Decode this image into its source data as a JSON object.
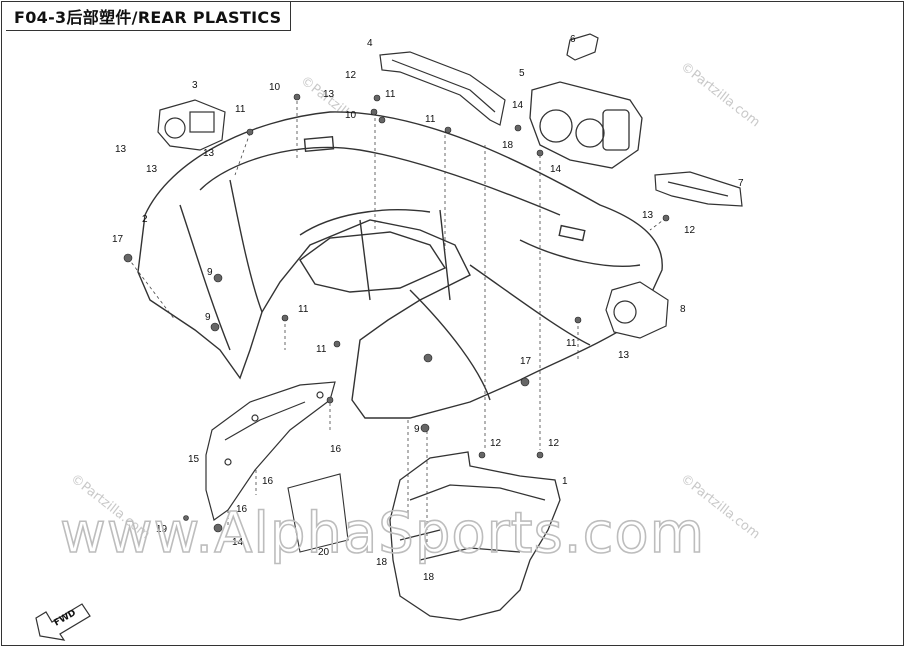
{
  "title": "F04-3后部塑件/REAR PLASTICS",
  "watermarks": {
    "partzilla": "©Partzilla.com",
    "main": "www.AlphaSports.com"
  },
  "fwd_label": "FWD",
  "callouts": {
    "c1": "1",
    "c2": "2",
    "c3": "3",
    "c4": "4",
    "c5": "5",
    "c6": "6",
    "c7": "7",
    "c8": "8",
    "c9a": "9",
    "c9b": "9",
    "c9c": "9",
    "c10a": "10",
    "c10b": "10",
    "c11a": "11",
    "c11b": "11",
    "c11c": "11",
    "c11d": "11",
    "c11e": "11",
    "c11f": "11",
    "c12a": "12",
    "c12b": "12",
    "c12c": "12",
    "c12d": "12",
    "c13a": "13",
    "c13b": "13",
    "c13c": "13",
    "c13d": "13",
    "c13e": "13",
    "c13f": "13",
    "c14a": "14",
    "c14b": "14",
    "c14c": "14",
    "c15": "15",
    "c16a": "16",
    "c16b": "16",
    "c16c": "16",
    "c17a": "17",
    "c17b": "17",
    "c18a": "18",
    "c18b": "18",
    "c18c": "18",
    "c19": "19",
    "c20": "20"
  }
}
